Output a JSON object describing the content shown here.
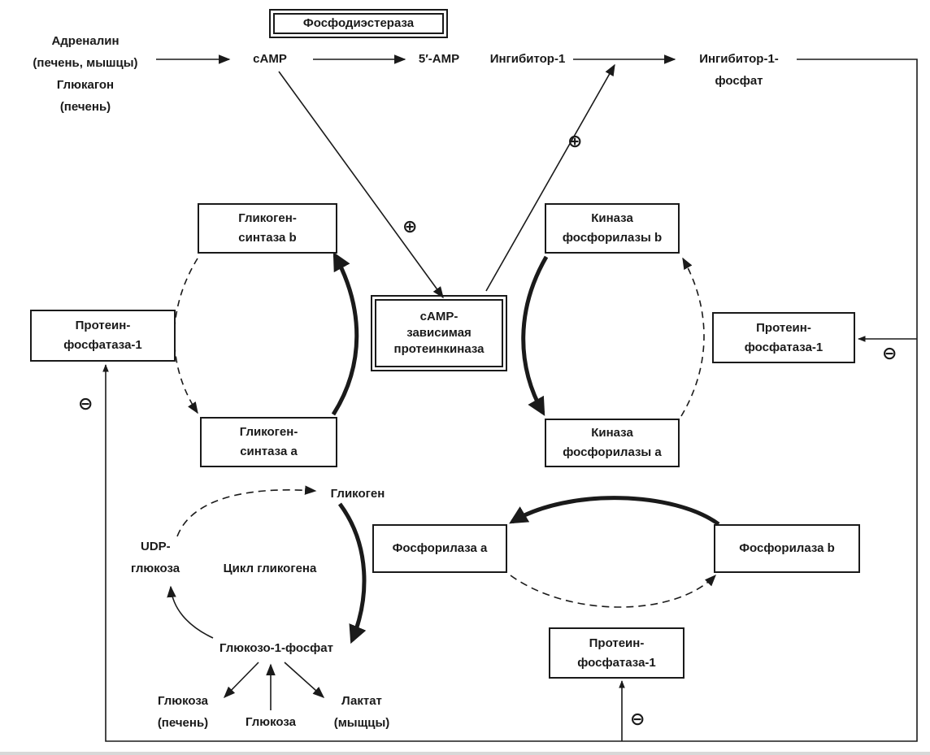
{
  "top_left": {
    "line1": "Адреналин",
    "line2": "(печень, мышцы)",
    "line3": "Глюкагон",
    "line4": "(печень)"
  },
  "camp": "cAMP",
  "phosphodiesterase": "Фосфодиэстераза",
  "amp5": "5′-AMP",
  "inhibitor1": "Ингибитор-1",
  "inhibitor1_phosphate": {
    "line1": "Ингибитор-1-",
    "line2": "фосфат"
  },
  "glycogen_synthase_b": {
    "line1": "Гликоген-",
    "line2": "синтаза b"
  },
  "glycogen_synthase_a": {
    "line1": "Гликоген-",
    "line2": "синтаза a"
  },
  "phosphorylase_kinase_b": {
    "line1": "Киназа",
    "line2": "фосфорилазы b"
  },
  "phosphorylase_kinase_a": {
    "line1": "Киназа",
    "line2": "фосфорилазы a"
  },
  "protein_kinase": {
    "line1": "cAMP-",
    "line2": "зависимая",
    "line3": "протеинкиназа"
  },
  "phosphatase_left": {
    "line1": "Протеин-",
    "line2": "фосфатаза-1"
  },
  "phosphatase_right": {
    "line1": "Протеин-",
    "line2": "фосфатаза-1"
  },
  "phosphatase_bottom": {
    "line1": "Протеин-",
    "line2": "фосфатаза-1"
  },
  "glycogen": "Гликоген",
  "phosphorylase_a": "Фосфорилаза a",
  "phosphorylase_b": "Фосфорилаза b",
  "udp_glucose": {
    "line1": "UDP-",
    "line2": "глюкоза"
  },
  "glycogen_cycle": "Цикл гликогена",
  "glucose_1_phosphate": "Глюкозо-1-фосфат",
  "glucose_liver": {
    "line1": "Глюкоза",
    "line2": "(печень)"
  },
  "glucose": "Глюкоза",
  "lactate": {
    "line1": "Лактат",
    "line2": "(мыщцы)"
  },
  "signs": {
    "plus": "⊕",
    "minus": "⊖"
  }
}
